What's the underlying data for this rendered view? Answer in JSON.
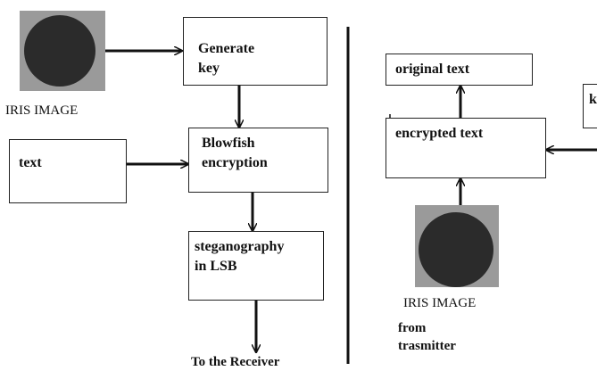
{
  "left_panel": {
    "iris_caption": "IRIS IMAGE",
    "generate_key": "Generate\nkey",
    "text_input": "text",
    "blowfish": "Blowfish\nencryption",
    "steganography": "steganography\nin LSB",
    "to_receiver": "To the Receiver"
  },
  "right_panel": {
    "original_text": "original text",
    "encrypted_text": "encrypted text",
    "key_partial": "k",
    "iris_caption": "IRIS IMAGE",
    "from_transmitter": "from\ntrasmitter"
  }
}
